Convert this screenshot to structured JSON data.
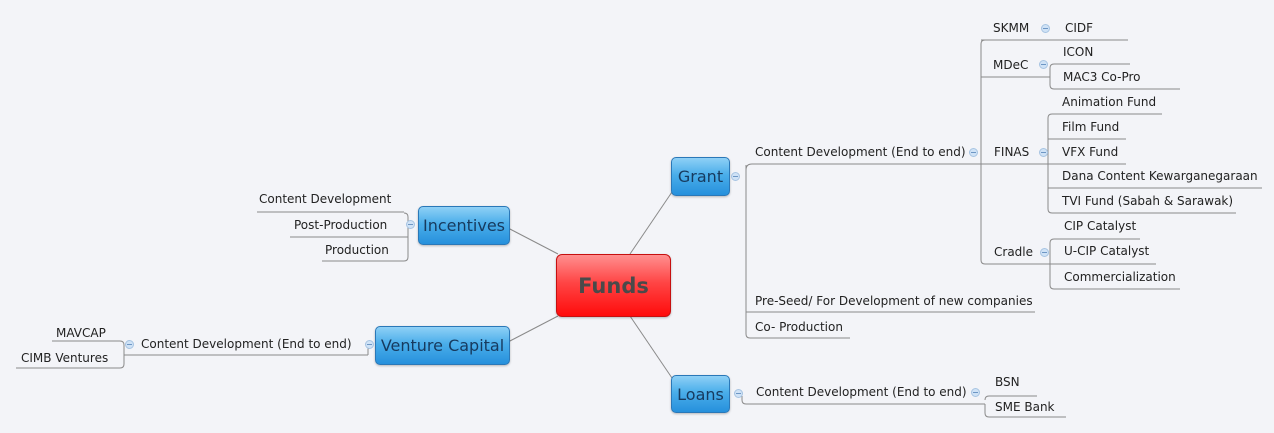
{
  "central": {
    "label": "Funds"
  },
  "colors": {
    "central": "#ff2a2a",
    "main_topic": "#3aa3e8",
    "line": "#808080",
    "background": "#f3f4f8"
  },
  "grant": {
    "label": "Grant",
    "children": {
      "content_dev": {
        "label": "Content Development (End to end)",
        "skmm": {
          "label": "SKMM",
          "children": [
            "CIDF"
          ]
        },
        "mdec": {
          "label": "MDeC",
          "children": [
            "ICON",
            "MAC3 Co-Pro"
          ]
        },
        "finas": {
          "label": "FINAS",
          "children": [
            "Animation Fund",
            "Film Fund",
            "VFX Fund",
            "Dana Content Kewarganegaraan",
            "TVI Fund (Sabah & Sarawak)"
          ]
        },
        "cradle": {
          "label": "Cradle",
          "children": [
            "CIP Catalyst",
            "U-CIP Catalyst",
            "Commercialization"
          ]
        }
      },
      "pre_seed": {
        "label": "Pre-Seed/ For Development of new companies"
      },
      "co_production": {
        "label": "Co- Production"
      }
    }
  },
  "loans": {
    "label": "Loans",
    "content_dev": {
      "label": "Content Development (End to end)",
      "children": [
        "BSN",
        "SME Bank"
      ]
    }
  },
  "incentives": {
    "label": "Incentives",
    "children": [
      "Content Development",
      "Post-Production",
      "Production"
    ]
  },
  "venture_capital": {
    "label": "Venture Capital",
    "content_dev": {
      "label": "Content Development (End to end)",
      "children": [
        "MAVCAP",
        "CIMB Ventures"
      ]
    }
  }
}
